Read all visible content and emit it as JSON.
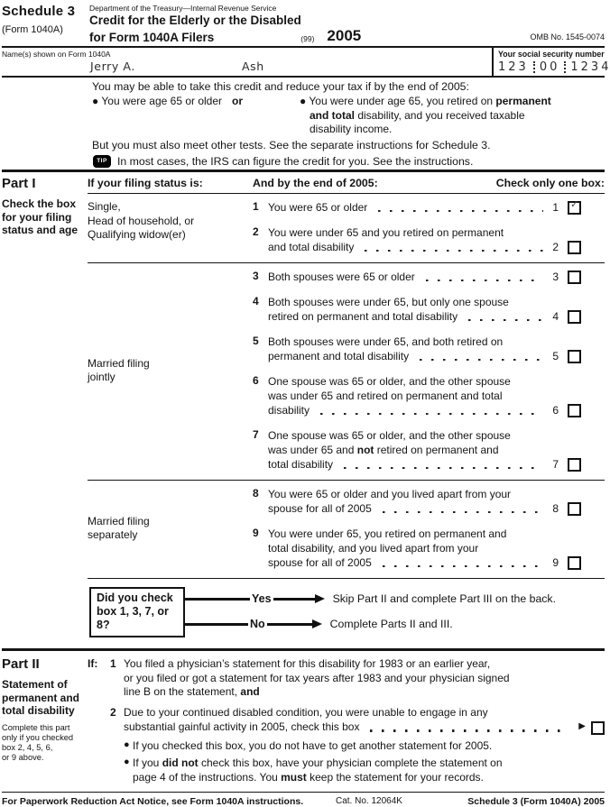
{
  "glyphs": {
    "bullet": "●",
    "check": "✓",
    "arrow": "▶"
  },
  "header": {
    "schedule": "Schedule 3",
    "form": "(Form 1040A)",
    "department": "Department of the Treasury—Internal Revenue Service",
    "title_line1": "Credit for the Elderly or the Disabled",
    "title_line2": "for Form 1040A Filers",
    "print_code": "(99)",
    "year": "2005",
    "omb": "OMB No. 1545-0074"
  },
  "name_row": {
    "label": "Name(s) shown on Form 1040A",
    "first_name": "Jerry A.",
    "last_name": "Ash",
    "ssn_label": "Your social security number",
    "ssn_groups": [
      "123",
      "00",
      "1234"
    ]
  },
  "intro": {
    "line1": "You may be able to take this credit and reduce your tax if by the end of 2005:",
    "bullet_left": "You were age 65 or older",
    "or_label": "or",
    "bullet_right_lines": [
      "You were under age 65, you retired on **permanent**",
      "**and total** disability, and you received taxable",
      "disability income."
    ],
    "line2": "But you must also meet other tests. See the separate instructions for Schedule 3.",
    "tip_label": "TIP",
    "tip_text": "In most cases, the IRS can figure the credit for you. See the instructions."
  },
  "part1": {
    "label": "Part I",
    "sidebar": "Check the box for your filing status and age",
    "col1_header": "If your filing status is:",
    "col2_header": "And by the end of 2005:",
    "col3_header": "Check only one box:",
    "groups": [
      {
        "label_lines": [
          "Single,",
          "Head of household, or",
          "Qualifying widow(er)"
        ],
        "items": [
          {
            "num": "1",
            "lines": [
              "You were 65 or older"
            ],
            "checked": true
          },
          {
            "num": "2",
            "lines": [
              "You were under 65 and you retired on permanent",
              "and total disability"
            ],
            "checked": false
          }
        ]
      },
      {
        "label_lines": [
          "Married filing",
          "jointly"
        ],
        "items": [
          {
            "num": "3",
            "lines": [
              "Both spouses were 65 or older"
            ],
            "checked": false
          },
          {
            "num": "4",
            "lines": [
              "Both spouses were under 65, but only one spouse",
              "retired on permanent and total disability"
            ],
            "checked": false
          },
          {
            "num": "5",
            "lines": [
              "Both spouses were under 65, and both retired on",
              "permanent and total disability"
            ],
            "checked": false
          },
          {
            "num": "6",
            "lines": [
              "One spouse was 65 or older, and the other spouse",
              "was under 65 and retired on permanent and total",
              "disability"
            ],
            "checked": false
          },
          {
            "num": "7",
            "lines": [
              "One spouse was 65 or older, and the other spouse",
              "was under 65 and **not** retired on permanent and",
              "total disability"
            ],
            "checked": false
          }
        ]
      },
      {
        "label_lines": [
          "Married filing",
          "separately"
        ],
        "items": [
          {
            "num": "8",
            "lines": [
              "You were 65 or older and you lived apart from your",
              "spouse for all of 2005"
            ],
            "checked": false
          },
          {
            "num": "9",
            "lines": [
              "You were under 65, you retired on permanent and",
              "total disability, and you lived apart from your",
              "spouse for all of 2005"
            ],
            "checked": false
          }
        ]
      }
    ],
    "flowchart": {
      "question_lines": [
        "Did you check",
        "box 1, 3, 7, or",
        "8?"
      ],
      "yes_label": "Yes",
      "yes_text": "Skip Part II and complete Part III on the back.",
      "no_label": "No",
      "no_text": "Complete Parts II and III."
    }
  },
  "part2": {
    "label": "Part II",
    "sidebar_title": "Statement of permanent and total disability",
    "sidebar_note_lines": [
      "Complete this part",
      "only if you checked",
      "box 2, 4, 5, 6,",
      "or 9 above."
    ],
    "if_label": "If:",
    "item1_num": "1",
    "item1_lines": [
      "You filed a physician’s statement for this disability for 1983 or an earlier year,",
      "or you filed or got a statement for tax years after 1983 and your physician signed",
      "line B on the statement, **and**"
    ],
    "item2_num": "2",
    "item2_lines": [
      "Due to your continued disabled condition, you were unable to engage in any",
      "substantial gainful activity in 2005, check this box"
    ],
    "item2_checked": false,
    "bullet1": "If you checked this box, you do not have to get another statement for 2005.",
    "bullet2_lines": [
      "If you **did not** check this box, have your physician complete the statement on",
      "page 4 of the instructions. You **must** keep the statement for your records."
    ]
  },
  "footer": {
    "left": "For Paperwork Reduction Act Notice, see Form 1040A instructions.",
    "center": "Cat. No. 12064K",
    "right": "Schedule 3 (Form 1040A) 2005"
  }
}
